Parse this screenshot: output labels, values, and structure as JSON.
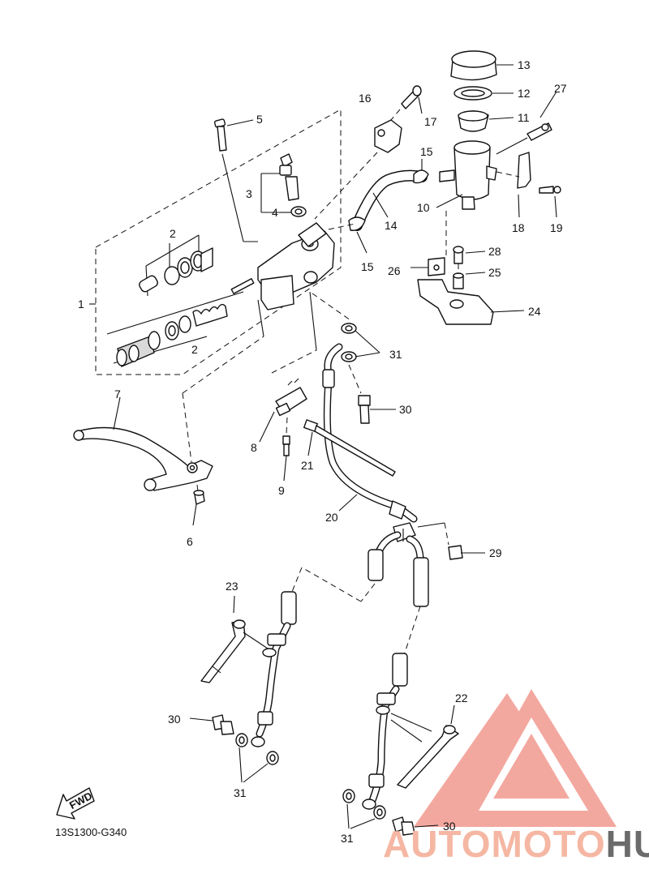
{
  "diagram": {
    "code": "13S1300-G340",
    "fwd_label": "FWD",
    "callouts": {
      "c1": "1",
      "c2a": "2",
      "c2b": "2",
      "c3": "3",
      "c4": "4",
      "c5": "5",
      "c6": "6",
      "c7": "7",
      "c8": "8",
      "c9": "9",
      "c10": "10",
      "c11": "11",
      "c12": "12",
      "c13": "13",
      "c14": "14",
      "c15a": "15",
      "c15b": "15",
      "c16": "16",
      "c17": "17",
      "c18": "18",
      "c19": "19",
      "c20": "20",
      "c21": "21",
      "c22": "22",
      "c23": "23",
      "c24": "24",
      "c25": "25",
      "c26": "26",
      "c27": "27",
      "c28": "28",
      "c29": "29",
      "c30a": "30",
      "c30b": "30",
      "c30c": "30",
      "c31a": "31",
      "c31b": "31",
      "c31c": "31"
    }
  },
  "watermark": {
    "brand_part1": "AUTOMOTO",
    "brand_part2": "HUB",
    "color_light": "#f5b7a3",
    "color_dark": "#6b6b6b",
    "logo_color": "#f08c80"
  }
}
